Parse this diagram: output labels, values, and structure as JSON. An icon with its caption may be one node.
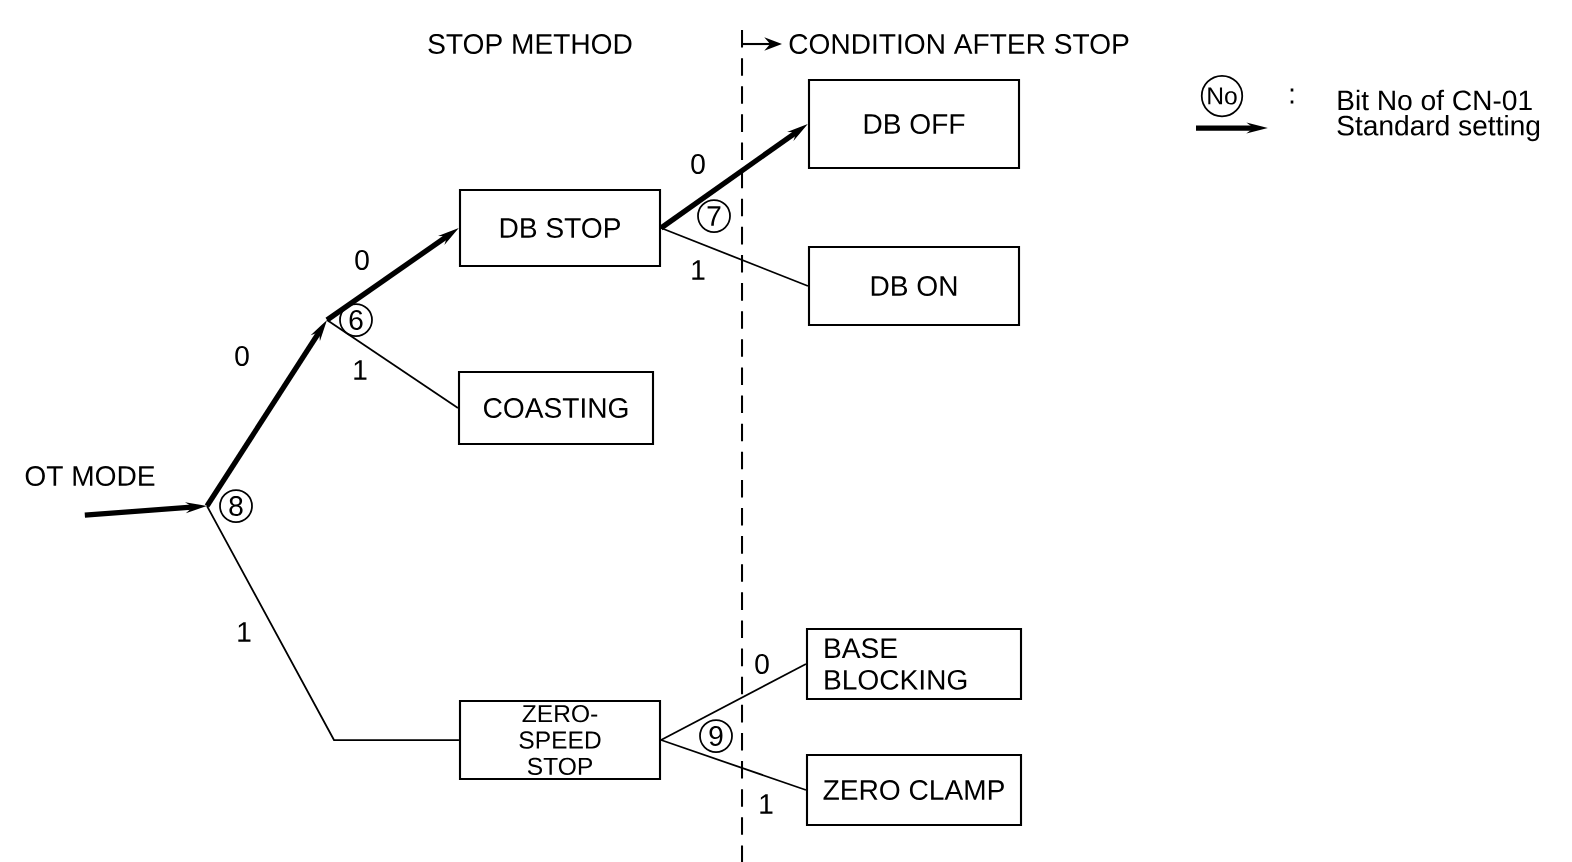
{
  "diagram": {
    "nodes": [
      {
        "text": [
          "OT MODE"
        ]
      },
      {
        "text": [
          "8"
        ]
      },
      {
        "text": [
          "6"
        ]
      },
      {
        "text": [
          "DB STOP"
        ]
      },
      {
        "text": [
          "COASTING"
        ]
      },
      {
        "text": [
          "DB OFF"
        ]
      },
      {
        "text": [
          "DB ON"
        ]
      },
      {
        "text": [
          "ZERO- SPEED STOP"
        ]
      },
      {
        "text": [
          "BASE BLOCKING"
        ]
      },
      {
        "text": [
          "ZERO CLAMP"
        ]
      },
      {
        "text": [
          "7"
        ]
      },
      {
        "text": [
          "9"
        ]
      }
    ],
    "edges": [
      {
        "from": 0,
        "to": 1,
        "arrow": "to",
        "style": "thick"
      },
      {
        "from": 1,
        "to": 2,
        "arrow": "to",
        "style": "thick",
        "label": "0"
      },
      {
        "from": 2,
        "to": 3,
        "arrow": "to",
        "style": "thick",
        "label": "0"
      },
      {
        "from": 2,
        "to": 4,
        "arrow": "none",
        "label": "1"
      },
      {
        "from": 1,
        "to": 7,
        "arrow": "none",
        "label": "1"
      },
      {
        "from": 3,
        "to": 5,
        "arrow": "to",
        "style": "thick",
        "label": "0"
      },
      {
        "from": 3,
        "to": 6,
        "arrow": "none",
        "label": "1"
      },
      {
        "from": 7,
        "to": 8,
        "arrow": "none",
        "label": "0"
      },
      {
        "from": 7,
        "to": 9,
        "arrow": "none",
        "label": "1"
      }
    ],
    "labels": [
      "STOP METHOD",
      "CONDITION AFTER STOP",
      "No",
      ":"
    ],
    "legend": [
      {
        "text": "Bit No of CN-01"
      },
      {
        "text": "Standard setting"
      }
    ]
  }
}
